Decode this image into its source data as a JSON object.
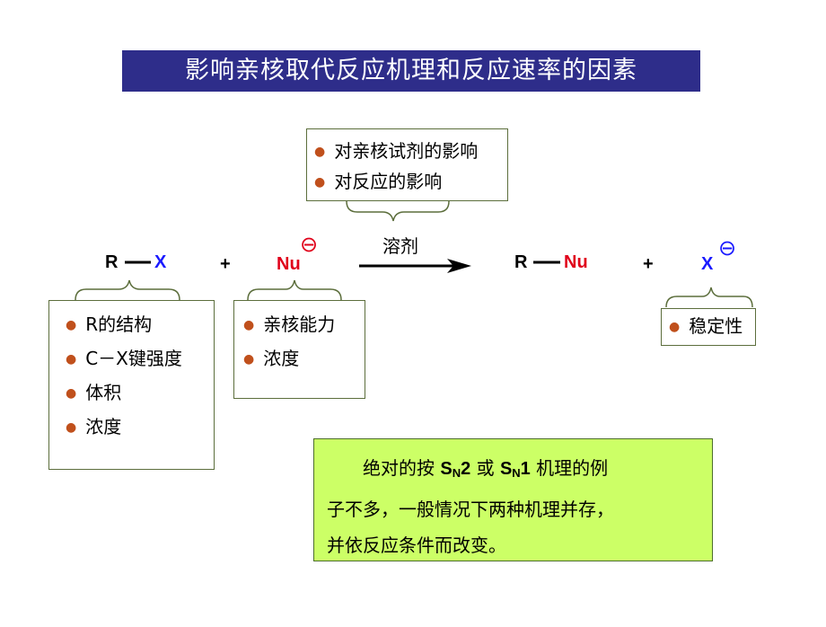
{
  "title": "影响亲核取代反应机理和反应速率的因素",
  "top_box": {
    "items": [
      "对亲核试剂的影响",
      "对反应的影响"
    ]
  },
  "reaction": {
    "rx_r": "R",
    "rx_x": "X",
    "plus1": "+",
    "nu": "Nu",
    "nu_charge": "⊖",
    "arrow_label": "溶剂",
    "prod_r": "R",
    "prod_nu": "Nu",
    "plus2": "+",
    "x_ion": "X",
    "x_charge": "⊖"
  },
  "rx_box": {
    "items": [
      "R的结构",
      "C－X键强度",
      "体积",
      "浓度"
    ]
  },
  "nu_box": {
    "items": [
      "亲核能力",
      "浓度"
    ]
  },
  "x_box": {
    "items": [
      "稳定性"
    ]
  },
  "note": {
    "indent_text": "绝对的按",
    "sn": "S",
    "sub_n": "N",
    "two": "2",
    "or": "或",
    "one": "1",
    "rest1": "机理的例",
    "line2": "子不多，一般情况下两种机理并存，",
    "line3": "并依反应条件而改变。"
  },
  "colors": {
    "title_bg": "#2e2d8a",
    "note_bg": "#ccff66",
    "bullet": "#c0501c",
    "blue": "#1a1aff",
    "red": "#e0001a"
  }
}
